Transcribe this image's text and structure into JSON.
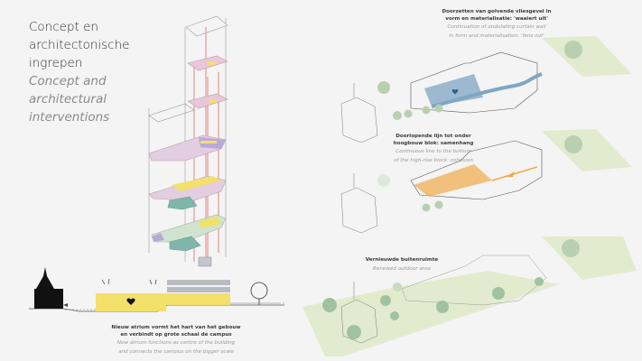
{
  "title": {
    "nl_lines": [
      "Concept en",
      "architectonische",
      "ingrepen"
    ],
    "en_lines": [
      "Concept and",
      "architectural",
      "interventions"
    ]
  },
  "labels": {
    "facade": {
      "nl": [
        "Doorzetten van golvende vliesgevel in",
        "vorm en materialisatie: 'waaiert uit'"
      ],
      "en": [
        "Continuation of undulating curtain wall",
        "in form and materialisation: 'fans out'"
      ]
    },
    "continuous_line": {
      "nl": [
        "Doorlopende lijn tot onder",
        "hoogbouw blok: samenhang"
      ],
      "en": [
        "Continuous line to the bottom",
        "of the high-rise block: cohesion"
      ]
    },
    "outdoor": {
      "nl": [
        "Vernieuwde buitenruimte"
      ],
      "en": [
        "Renewed outdoor area"
      ]
    },
    "atrium": {
      "nl": [
        "Nieuw atrium vormt het hart van het gebouw",
        "en verbindt op grote schaal de campus"
      ],
      "en": [
        "New atrium functions as centre of the building",
        "and connects the campus on the bigger scale"
      ]
    }
  },
  "colors": {
    "atrium_yellow": "#f2e06a",
    "facade_blue": "#7fa6c4",
    "heart_blue": "#2f5f85",
    "line_orange": "#f0a94a",
    "landscape_green": "#e3ebcf",
    "tree_green": "#9fc39f",
    "circulation_red": "#e8a3a3",
    "grey_block": "#b8bcc2"
  }
}
